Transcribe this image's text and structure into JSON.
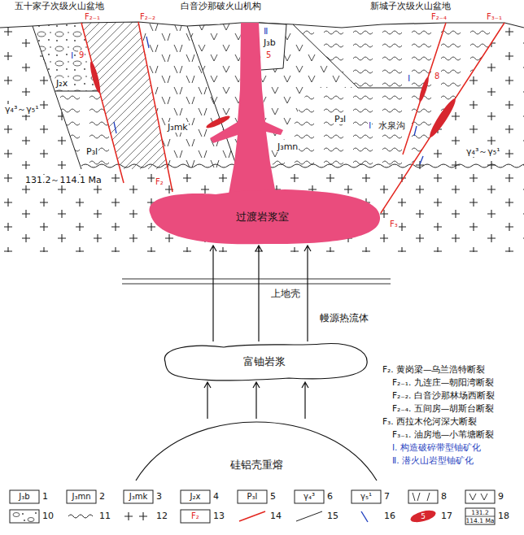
{
  "diagram": {
    "nodes": [
      {
        "text": [
          "过渡岩浆室"
        ]
      },
      {
        "text": [
          "富铀岩浆"
        ]
      },
      {
        "text": [
          "硅铝壳重熔"
        ]
      }
    ],
    "edges": [
      {
        "from": 2,
        "to": 1,
        "arrow": "to"
      },
      {
        "from": 2,
        "to": 1,
        "arrow": "to"
      },
      {
        "from": 2,
        "to": 1,
        "arrow": "to"
      },
      {
        "from": 1,
        "to": 0,
        "arrow": "to"
      },
      {
        "from": 1,
        "to": 0,
        "arrow": "to"
      },
      {
        "from": 1,
        "to": 0,
        "arrow": "to"
      }
    ],
    "labels": [
      "五十家子次级火山盆地",
      "白音沙那破火山机构",
      "新城子次级火山盆地",
      "F₂₋₁",
      "F₂₋₂",
      "F₂₋₄",
      "F₃₋₁",
      "Ⅱ",
      "J₃b",
      "5",
      "J₃mk",
      "J₃mn",
      "J₂x",
      "Ⅰ",
      "9",
      "P₃l",
      "P₃l",
      "Ⅰ",
      "8",
      "Ⅰ",
      "水泉沟",
      "γ₄³～γ₅¹",
      "131.2～114.1 Ma",
      "γ₄³～γ₅¹",
      "F₂",
      "F₃",
      "上地壳",
      "幔源热流体",
      "F₂. 黄岗梁—乌兰浩特断裂",
      "F₂₋₁. 九连庄—朝阳湾断裂",
      "F₂₋₂. 白音沙那林场西断裂",
      "F₂₋₄. 五间房—胡斯台断裂",
      "F₃. 西拉木伦河深大断裂",
      "F₃₋₁. 油房地—小苇塘断裂",
      "Ⅰ. 构造破碎带型铀矿化",
      "Ⅱ. 潜火山岩型铀矿化",
      "J₃b",
      "J₃mn",
      "J₃mk",
      "J₂x",
      "P₃l",
      "γ₄³",
      "γ₅¹",
      "F₂",
      "5",
      "131.2",
      "114.1 Ma"
    ],
    "legend": [
      {
        "text": "1"
      },
      {
        "text": "2"
      },
      {
        "text": "3"
      },
      {
        "text": "4"
      },
      {
        "text": "5"
      },
      {
        "text": "6"
      },
      {
        "text": "7"
      },
      {
        "text": "8"
      },
      {
        "text": "9"
      },
      {
        "text": "10"
      },
      {
        "text": "11"
      },
      {
        "text": "12"
      },
      {
        "text": "13"
      },
      {
        "text": "14"
      },
      {
        "text": "15"
      },
      {
        "text": "16"
      },
      {
        "text": "17"
      },
      {
        "text": "18"
      }
    ]
  }
}
